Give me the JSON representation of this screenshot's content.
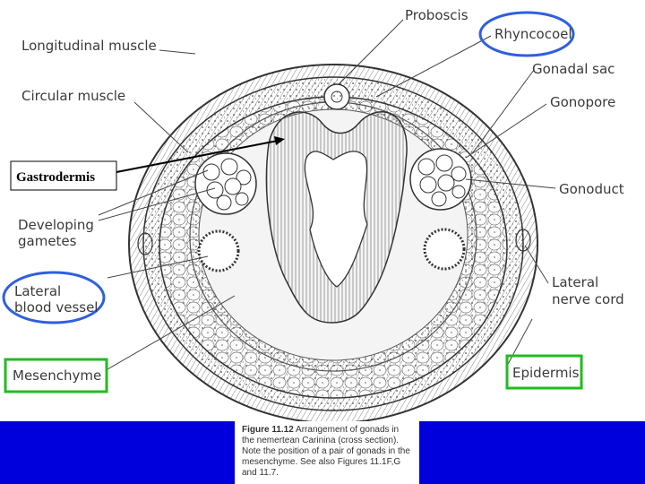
{
  "labels": {
    "proboscis": "Proboscis",
    "rhyncocoel": "Rhyncocoel",
    "longitudinal_muscle": "Longitudinal muscle",
    "gonadal_sac": "Gonadal sac",
    "circular_muscle": "Circular muscle",
    "gonopore": "Gonopore",
    "gastrodermis": "Gastrodermis",
    "gonoduct": "Gonoduct",
    "developing_line1": "Developing",
    "developing_line2": "gametes",
    "lateral_line1": "Lateral",
    "lateral_line2": "blood vessel",
    "lateral_nerve_line1": "Lateral",
    "lateral_nerve_line2": "nerve cord",
    "mesenchyme": "Mesenchyme",
    "epidermis": "Epidermis"
  },
  "caption": {
    "figure": "Figure 11.12",
    "text": "Arrangement of gonads in the nemertean Carinina (cross section). Note the position of a pair of gonads in the mesenchyme. See also Figures 11.1F,G and 11.7."
  },
  "colors": {
    "blue_highlight": "#2f5fe0",
    "green_highlight": "#22bb22",
    "band_blue": "#0000dd"
  }
}
